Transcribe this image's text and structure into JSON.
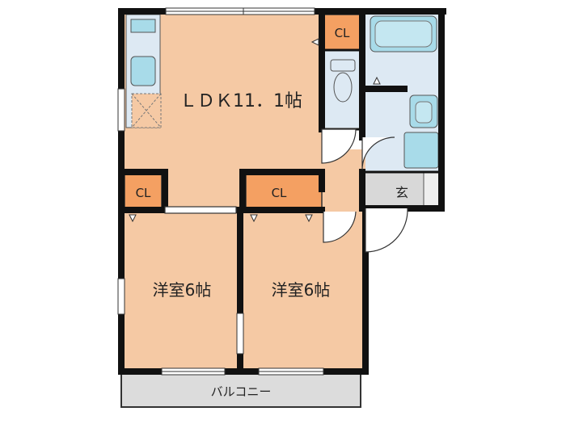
{
  "rooms": {
    "ldk": "ＬＤＫ11．1帖",
    "bedroom_left": "洋室6帖",
    "bedroom_right": "洋室6帖",
    "closet_top": "CL",
    "closet_left": "CL",
    "closet_mid": "CL",
    "entrance": "玄",
    "balcony": "バルコニー"
  },
  "colors": {
    "floor": "#f5c9a4",
    "closet": "#f4a062",
    "wet_area": "#dde9f3",
    "fixture": "#a8dbe9",
    "entrance": "#d8d8d8",
    "balcony": "#dcdcdc",
    "wall": "#111111"
  }
}
